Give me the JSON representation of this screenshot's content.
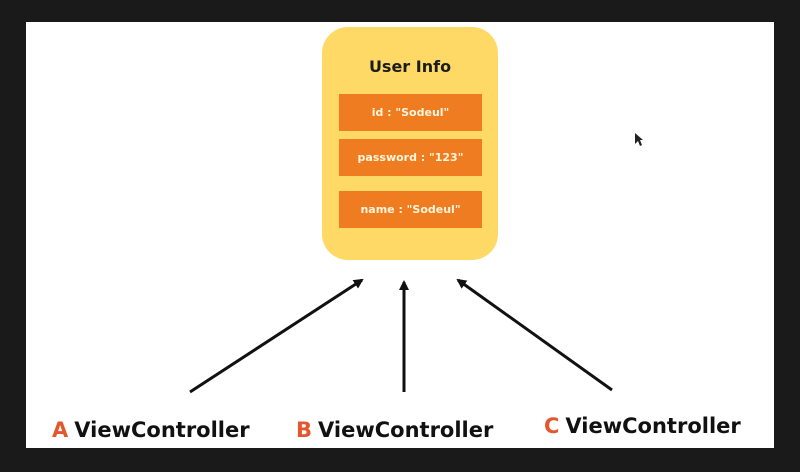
{
  "card": {
    "title": "User Info",
    "fields": [
      {
        "label": "id : \"Sodeul\""
      },
      {
        "label": "password : \"123\""
      },
      {
        "label": "name : \"Sodeul\""
      }
    ]
  },
  "controllers": [
    {
      "letter": "A",
      "label": "ViewController"
    },
    {
      "letter": "B",
      "label": "ViewController"
    },
    {
      "letter": "C",
      "label": "ViewController"
    }
  ],
  "colors": {
    "card_bg": "#ffd966",
    "field_bg": "#f07c21",
    "letter": "#e4572e",
    "arrow": "#111111"
  },
  "icons": [
    "arrow-up-right-icon",
    "arrow-up-icon",
    "arrow-up-left-icon",
    "mouse-cursor-icon"
  ]
}
